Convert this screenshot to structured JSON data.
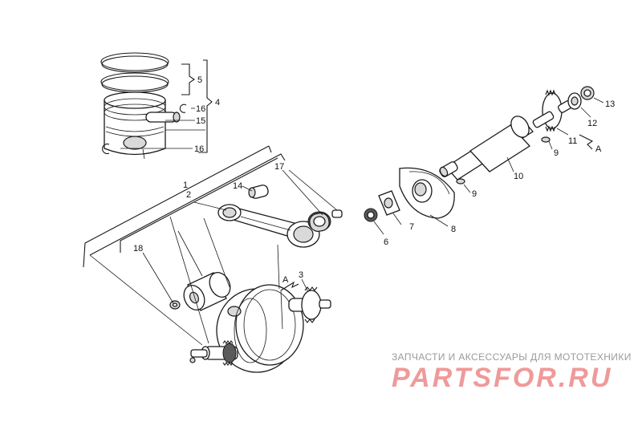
{
  "callouts": {
    "c1": "1",
    "c2": "2",
    "c3": "3",
    "c4": "4",
    "c5": "5",
    "c6": "6",
    "c7": "7",
    "c8": "8",
    "c9a": "9",
    "c9b": "9",
    "c10": "10",
    "c11": "11",
    "c12": "12",
    "c13": "13",
    "c14": "14",
    "c15": "15",
    "c16a": "16",
    "c16b": "16",
    "c17": "17",
    "c18": "18",
    "cAa": "A",
    "cAb": "A"
  },
  "watermark": {
    "tagline": "ЗАПЧАСТИ И АКСЕССУАРЫ ДЛЯ МОТОТЕХНИКИ",
    "logo": "PARTSFOR.RU"
  },
  "colors": {
    "lines": "#1a1a1a",
    "watermark_logo": "#ef9a9a",
    "watermark_text": "#9a9a9a"
  }
}
